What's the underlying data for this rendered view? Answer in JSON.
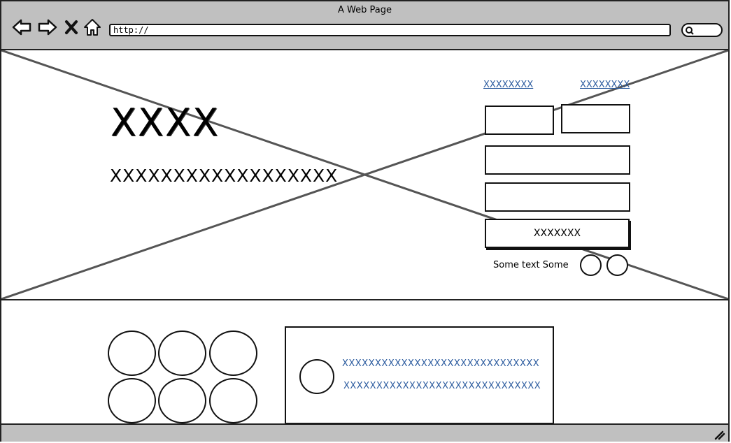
{
  "window": {
    "title": "A Web Page"
  },
  "toolbar": {
    "back_icon": "arrow-left-icon",
    "forward_icon": "arrow-right-icon",
    "close_icon": "x-icon",
    "home_icon": "home-icon",
    "address_value": "http://",
    "search_icon": "search-icon"
  },
  "hero": {
    "title": "XXXX",
    "subtitle": "XXXXXXXXXXXXXXXXXX",
    "links": [
      "XXXXXXXX",
      "XXXXXXXX"
    ],
    "submit_label": "XXXXXXX",
    "small_text": "Some text Some"
  },
  "card": {
    "lines": [
      "XXXXXXXXXXXXXXXXXXXXXXXXXXXXXX",
      "XXXXXXXXXXXXXXXXXXXXXXXXXXXXXX"
    ]
  },
  "colors": {
    "chrome": "#c0c0c0",
    "link": "#2a5a9e",
    "border": "#111111"
  }
}
